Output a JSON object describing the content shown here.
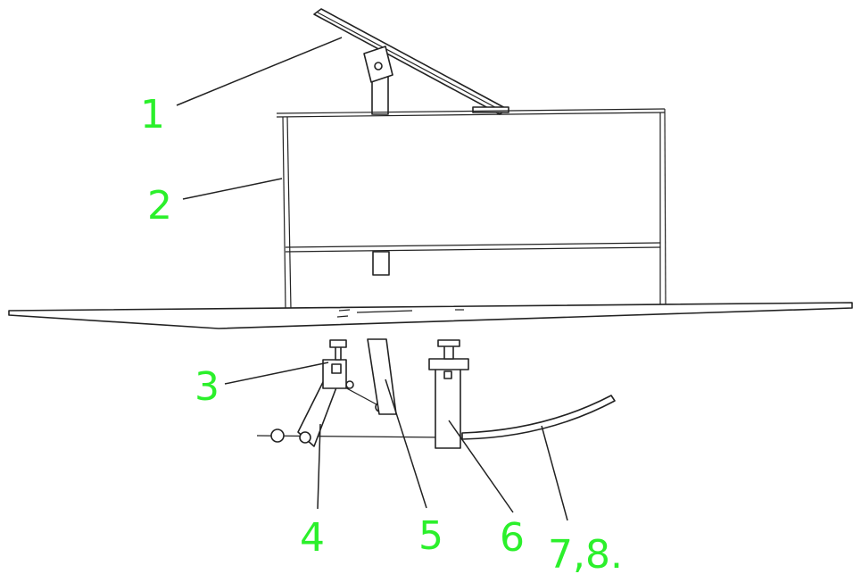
{
  "colors": {
    "label": "#2bf02b",
    "line": "#222222",
    "background": "#ffffff"
  },
  "labels": {
    "l1": "1",
    "l2": "2",
    "l3": "3",
    "l4": "4",
    "l5": "5",
    "l6": "6",
    "l78": "7,8."
  }
}
